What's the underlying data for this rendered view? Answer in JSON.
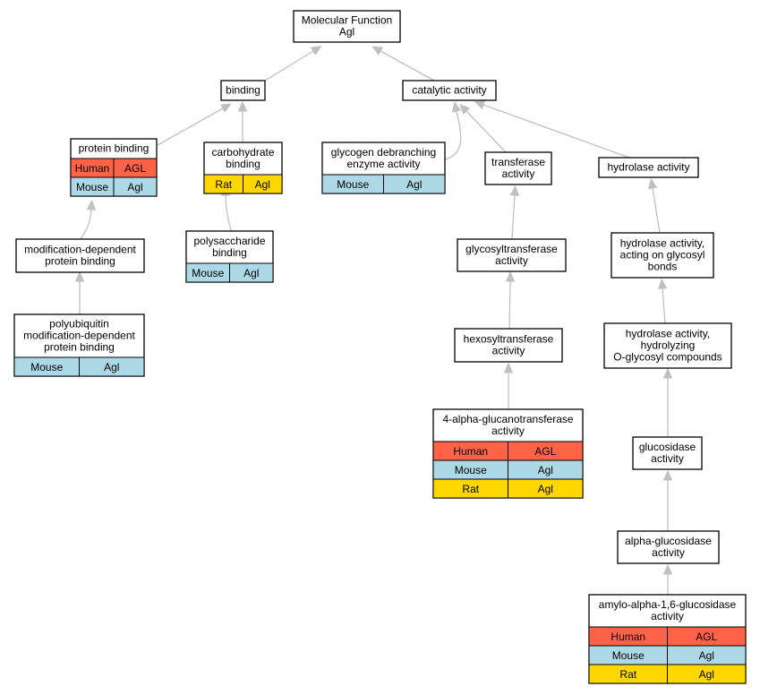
{
  "colors": {
    "Human": "#ff6347",
    "Mouse": "#add8e6",
    "Rat": "#ffd700",
    "edge": "#c0c0c0"
  },
  "nodes": [
    {
      "id": "molecular-function",
      "lines": [
        "Molecular Function",
        "Agl"
      ],
      "rows": []
    },
    {
      "id": "binding",
      "lines": [
        "binding"
      ],
      "rows": []
    },
    {
      "id": "catalytic-activity",
      "lines": [
        "catalytic activity"
      ],
      "rows": []
    },
    {
      "id": "protein-binding",
      "lines": [
        "protein binding"
      ],
      "rows": [
        [
          "Human",
          "AGL"
        ],
        [
          "Mouse",
          "Agl"
        ]
      ]
    },
    {
      "id": "carbohydrate-binding",
      "lines": [
        "carbohydrate",
        "binding"
      ],
      "rows": [
        [
          "Rat",
          "Agl"
        ]
      ]
    },
    {
      "id": "glycogen-debranching",
      "lines": [
        "glycogen debranching",
        "enzyme activity"
      ],
      "rows": [
        [
          "Mouse",
          "Agl"
        ]
      ]
    },
    {
      "id": "transferase-activity",
      "lines": [
        "transferase",
        "activity"
      ],
      "rows": []
    },
    {
      "id": "hydrolase-activity",
      "lines": [
        "hydrolase activity"
      ],
      "rows": []
    },
    {
      "id": "modification-dependent",
      "lines": [
        "modification-dependent",
        "protein binding"
      ],
      "rows": []
    },
    {
      "id": "polysaccharide-binding",
      "lines": [
        "polysaccharide",
        "binding"
      ],
      "rows": [
        [
          "Mouse",
          "Agl"
        ]
      ]
    },
    {
      "id": "glycosyltransferase",
      "lines": [
        "glycosyltransferase",
        "activity"
      ],
      "rows": []
    },
    {
      "id": "hydrolase-glycosyl",
      "lines": [
        "hydrolase activity,",
        "acting on glycosyl",
        "bonds"
      ],
      "rows": []
    },
    {
      "id": "polyubiquitin",
      "lines": [
        "polyubiquitin",
        "modification-dependent",
        "protein binding"
      ],
      "rows": [
        [
          "Mouse",
          "Agl"
        ]
      ]
    },
    {
      "id": "hexosyltransferase",
      "lines": [
        "hexosyltransferase",
        "activity"
      ],
      "rows": []
    },
    {
      "id": "hydrolase-o-glycosyl",
      "lines": [
        "hydrolase activity,",
        "hydrolyzing",
        "O-glycosyl compounds"
      ],
      "rows": []
    },
    {
      "id": "glucanotransferase",
      "lines": [
        "4-alpha-glucanotransferase",
        "activity"
      ],
      "rows": [
        [
          "Human",
          "AGL"
        ],
        [
          "Mouse",
          "Agl"
        ],
        [
          "Rat",
          "Agl"
        ]
      ]
    },
    {
      "id": "glucosidase",
      "lines": [
        "glucosidase",
        "activity"
      ],
      "rows": []
    },
    {
      "id": "alpha-glucosidase",
      "lines": [
        "alpha-glucosidase",
        "activity"
      ],
      "rows": []
    },
    {
      "id": "amylo-glucosidase",
      "lines": [
        "amylo-alpha-1,6-glucosidase",
        "activity"
      ],
      "rows": [
        [
          "Human",
          "AGL"
        ],
        [
          "Mouse",
          "Agl"
        ],
        [
          "Rat",
          "Agl"
        ]
      ]
    }
  ],
  "edges": [
    {
      "from": "binding",
      "to": "molecular-function"
    },
    {
      "from": "catalytic-activity",
      "to": "molecular-function"
    },
    {
      "from": "protein-binding",
      "to": "binding"
    },
    {
      "from": "carbohydrate-binding",
      "to": "binding"
    },
    {
      "from": "glycogen-debranching",
      "to": "catalytic-activity"
    },
    {
      "from": "transferase-activity",
      "to": "catalytic-activity"
    },
    {
      "from": "hydrolase-activity",
      "to": "catalytic-activity"
    },
    {
      "from": "modification-dependent",
      "to": "protein-binding"
    },
    {
      "from": "polysaccharide-binding",
      "to": "carbohydrate-binding"
    },
    {
      "from": "glycosyltransferase",
      "to": "transferase-activity"
    },
    {
      "from": "hydrolase-glycosyl",
      "to": "hydrolase-activity"
    },
    {
      "from": "polyubiquitin",
      "to": "modification-dependent"
    },
    {
      "from": "hexosyltransferase",
      "to": "glycosyltransferase"
    },
    {
      "from": "hydrolase-o-glycosyl",
      "to": "hydrolase-glycosyl"
    },
    {
      "from": "glucanotransferase",
      "to": "hexosyltransferase"
    },
    {
      "from": "glucosidase",
      "to": "hydrolase-o-glycosyl"
    },
    {
      "from": "alpha-glucosidase",
      "to": "glucosidase"
    },
    {
      "from": "amylo-glucosidase",
      "to": "alpha-glucosidase"
    }
  ]
}
